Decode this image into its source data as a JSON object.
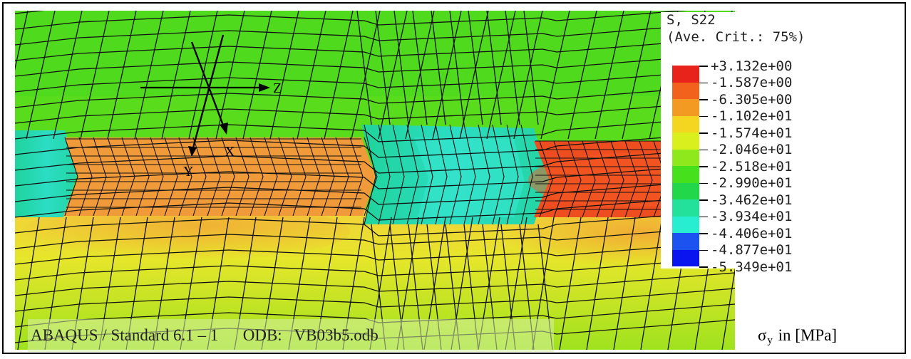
{
  "legend": {
    "title": "S, S22",
    "subtitle": "(Ave. Crit.: 75%)",
    "ticks": [
      "+3.132e+00",
      "-1.587e+00",
      "-6.305e+00",
      "-1.102e+01",
      "-1.574e+01",
      "-2.046e+01",
      "-2.518e+01",
      "-2.990e+01",
      "-3.462e+01",
      "-3.934e+01",
      "-4.406e+01",
      "-4.877e+01",
      "-5.349e+01"
    ],
    "colors": [
      "#e8231c",
      "#f2621d",
      "#f39a22",
      "#f4d51f",
      "#d9f01e",
      "#8fe81c",
      "#47e01c",
      "#22d84a",
      "#23e09a",
      "#27eed0",
      "#1c53f0",
      "#0a14ee"
    ]
  },
  "triad": {
    "z_label": "Z",
    "x_label": "X",
    "y_label": "Y"
  },
  "footer": {
    "banner_text": "ABAQUS / Standard 6.1 – 1      ODB:   VB03b5.odb"
  },
  "quantity_label": {
    "symbol": "σ",
    "subscript": "y",
    "rest": " in [MPa]"
  },
  "colors": {
    "background_field": "#5fe01e",
    "upper_band": "#f29636",
    "right_band": "#ef4a1f",
    "transition_band": "#27d8a8",
    "lower_field": "#cce61f",
    "mesh_lines": "#111111"
  }
}
